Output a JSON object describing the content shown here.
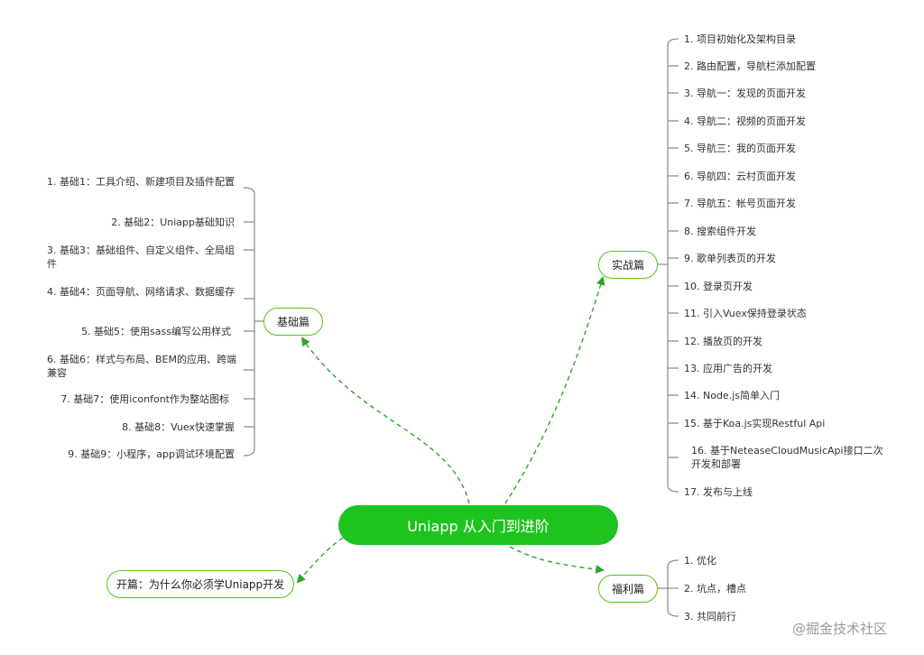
{
  "root": "Uniapp 从入门到进阶",
  "branches": {
    "jichu": {
      "label": "基础篇",
      "items": [
        "1. 基础1：工具介绍、新建项目及插件配置",
        "2. 基础2：Uniapp基础知识",
        "3. 基础3：基础组件、自定义组件、全局组件",
        "4. 基础4：页面导航、网络请求、数据缓存",
        "5. 基础5：使用sass编写公用样式",
        "6. 基础6：样式与布局、BEM的应用、跨端兼容",
        "7. 基础7：使用iconfont作为整站图标",
        "8. 基础8：Vuex快速掌握",
        "9. 基础9：小程序，app调试环境配置"
      ]
    },
    "shizhan": {
      "label": "实战篇",
      "items": [
        "1. 项目初始化及架构目录",
        "2. 路由配置，导航栏添加配置",
        "3. 导航一：发现的页面开发",
        "4. 导航二：视频的页面开发",
        "5. 导航三：我的页面开发",
        "6. 导航四：云村页面开发",
        "7. 导航五：帐号页面开发",
        "8. 搜索组件开发",
        "9. 歌单列表页的开发",
        "10. 登录页开发",
        "11. 引入Vuex保持登录状态",
        "12. 播放页的开发",
        "13. 应用广告的开发",
        "14. Node.js简单入门",
        "15. 基于Koa.js实现Restful Api",
        "16. 基于NeteaseCloudMusicApi接口二次开发和部署",
        "17. 发布与上线"
      ]
    },
    "fuli": {
      "label": "福利篇",
      "items": [
        "1. 优化",
        "2. 坑点，槽点",
        "3. 共同前行"
      ]
    },
    "kaipian": {
      "label": "开篇：为什么你必须学Uniapp开发"
    }
  },
  "watermark": "@掘金技术社区",
  "colors": {
    "root": "#1fc31f",
    "node_border": "#52c41a",
    "connector": "#2aa52a",
    "bracket": "#8c8c8c"
  }
}
